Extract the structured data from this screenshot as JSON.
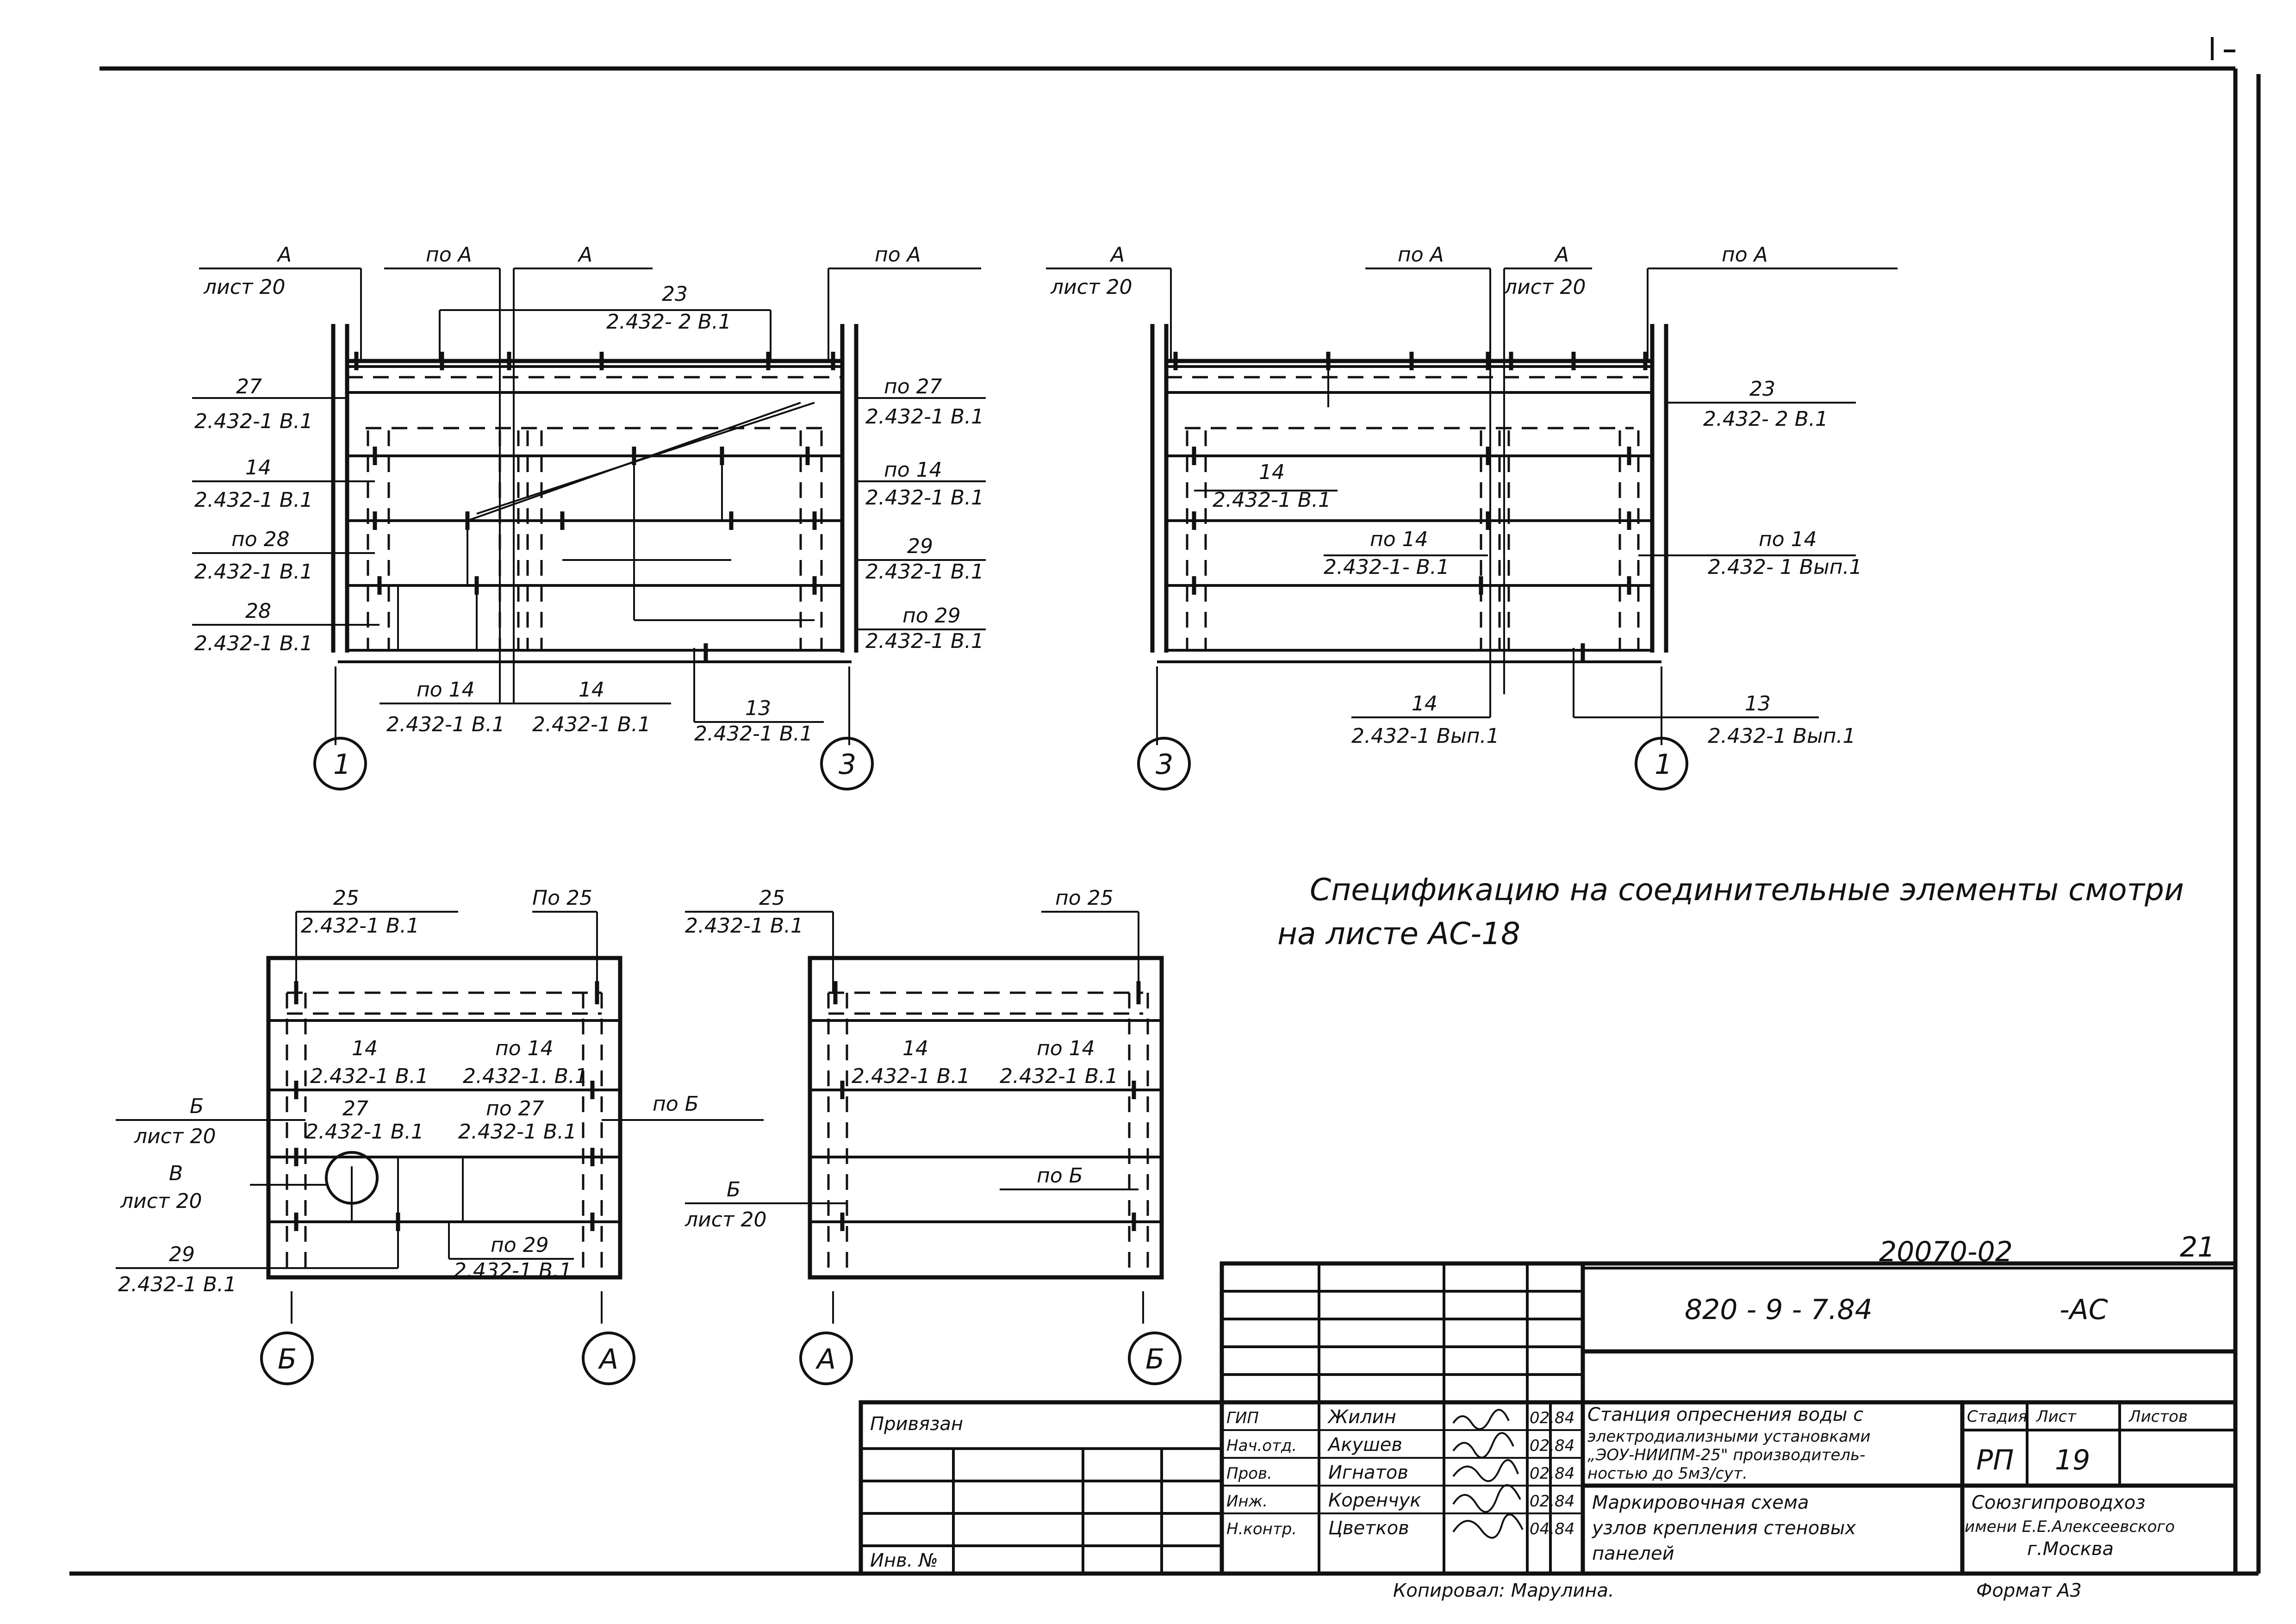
{
  "drawing": {
    "note_line1": "Спецификацию на соединительные элементы смотри",
    "note_line2": "на листе АС-18",
    "axis_marks": [
      "1",
      "3",
      "3",
      "1",
      "Б",
      "А",
      "А",
      "Б"
    ],
    "views": {
      "v1": {
        "top_left_1": "А",
        "top_left_2": "лист 20",
        "top_mid_1": "по А",
        "top_mid_2": "А",
        "top_right": "по А",
        "top_center_1": "23",
        "top_center_2": "2.432- 2 В.1",
        "left": [
          "27",
          "2.432-1 В.1",
          "14",
          "2.432-1 В.1",
          "по 28",
          "2.432-1 В.1",
          "28",
          "2.432-1 В.1"
        ],
        "right": [
          "по 27",
          "2.432-1 В.1",
          "по 14",
          "2.432-1 В.1",
          "29",
          "2.432-1 В.1",
          "по 29",
          "2.432-1 В.1"
        ],
        "bottom": [
          "по 14",
          "2.432-1 В.1",
          "14",
          "2.432-1 В.1",
          "13",
          "2.432-1 В.1"
        ]
      },
      "v2": {
        "top_left_1": "А",
        "top_left_2": "лист 20",
        "top_mid_1": "по А",
        "top_mid_2": "А",
        "top_mid_3": "лист 20",
        "top_right": "по А",
        "right_1": "23",
        "right_2": "2.432- 2 В.1",
        "left_1": "14",
        "left_2": "2.432-1 В.1",
        "mid_1": "по 14",
        "mid_2": "2.432-1- В.1",
        "right_3": "по 14",
        "right_4": "2.432- 1 Вып.1",
        "bottom_1": "14",
        "bottom_2": "2.432-1 Вып.1",
        "bottom_3": "13",
        "bottom_4": "2.432-1 Вып.1"
      },
      "v3": {
        "top_1": "25",
        "top_2": "2.432-1 В.1",
        "top_3": "По 25",
        "in_1": "14",
        "in_2": "2.432-1 В.1",
        "in_3": "по 14",
        "in_4": "2.432-1. В.1",
        "in_5": "27",
        "in_6": "2.432-1 В.1",
        "in_7": "по 27",
        "in_8": "2.432-1 В.1",
        "in_9": "по 29",
        "in_10": "2.432-1 В.1",
        "left_1": "Б",
        "left_2": "лист 20",
        "left_3": "В",
        "left_4": "лист 20",
        "left_5": "29",
        "left_6": "2.432-1 В.1",
        "right_1": "по Б"
      },
      "v4": {
        "top_1": "25",
        "top_2": "2.432-1 В.1",
        "top_3": "по 25",
        "in_1": "14",
        "in_2": "2.432-1 В.1",
        "in_3": "по 14",
        "in_4": "2.432-1 В.1",
        "in_5": "по Б",
        "left_1": "Б",
        "left_2": "лист 20"
      }
    }
  },
  "title_block": {
    "doc_code_top": "20070-02",
    "sheet_mark": "21",
    "doc_code": "820 - 9 - 7.84",
    "doc_suffix": "-АС",
    "bound_label": "Привязан",
    "inv_label": "Инв. №",
    "roles": [
      "ГИП",
      "Нач.отд.",
      "Пров.",
      "Инж.",
      "Н.контр."
    ],
    "names": [
      "Жилин",
      "Акушев",
      "Игнатов",
      "Коренчук",
      "Цветков"
    ],
    "dates": [
      "02.84",
      "02.84",
      "02.84",
      "02.84",
      "04.84"
    ],
    "project_title": [
      "Станция опреснения воды с",
      "электродиализными установками",
      "„ЭОУ-НИИПМ-25\" производитель-",
      "ностью до 5м3/сут."
    ],
    "sheet_title": [
      "Маркировочная схема",
      "узлов крепления стеновых",
      "панелей"
    ],
    "stage_label": "Стадия",
    "sheet_label": "Лист",
    "sheets_label": "Листов",
    "stage_value": "РП",
    "sheet_value": "19",
    "org": [
      "Союзгипроводхоз",
      "имени Е.Е.Алексеевского",
      "г.Москва"
    ],
    "copied_by": "Копировал: Марулина.",
    "format": "Формат А3"
  }
}
